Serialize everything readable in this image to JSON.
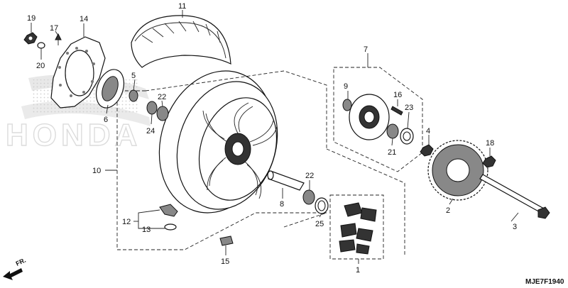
{
  "diagram": {
    "code": "MJE7F1940",
    "direction_label": "FR.",
    "watermark_text": "HONDA",
    "callouts": {
      "c1": "1",
      "c2": "2",
      "c3": "3",
      "c4": "4",
      "c5": "5",
      "c6": "6",
      "c7": "7",
      "c8": "8",
      "c9": "9",
      "c10": "10",
      "c11": "11",
      "c12": "12",
      "c13": "13",
      "c14": "14",
      "c15": "15",
      "c16": "16",
      "c17": "17",
      "c18": "18",
      "c19": "19",
      "c20": "20",
      "c21": "21",
      "c22a": "22",
      "c22b": "22",
      "c23": "23",
      "c24": "24",
      "c25": "25"
    },
    "colors": {
      "ink": "#111111",
      "watermark": "#d9d9d9",
      "dots": "#c8c8c8"
    }
  }
}
